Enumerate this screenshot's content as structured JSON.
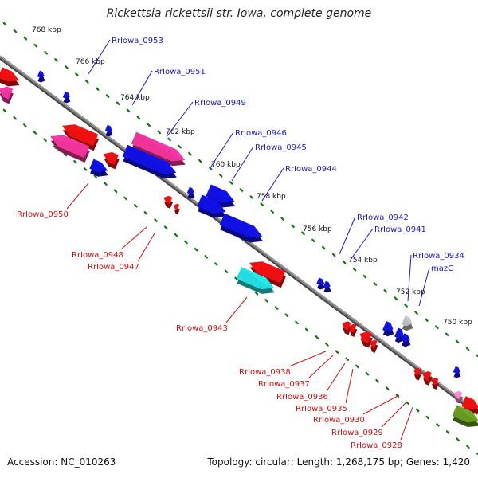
{
  "title": "Rickettsia rickettsii str. Iowa, complete genome",
  "accession": "Accession: NC_010263",
  "summary": "Topology: circular; Length: 1,268,175 bp; Genes: 1,420",
  "colors": {
    "backbone": "#777777",
    "backbone_dark": "#444444",
    "plus_gene": "#1010e0",
    "minus_gene": "#ee1010",
    "pink_gene": "#ee3399",
    "cyan_gene": "#22dddd",
    "grey_gene": "#bbbbbb",
    "olive_gene": "#669922",
    "ticks": "#117711",
    "plus_label": "#1a1acc",
    "minus_label": "#cc1111"
  },
  "scale_ticks": [
    "768 kbp",
    "766 kbp",
    "764 kbp",
    "762 kbp",
    "760 kbp",
    "758 kbp",
    "756 kbp",
    "754 kbp",
    "752 kbp",
    "750 kbp"
  ],
  "upper_labels": [
    "RrIowa_0953",
    "RrIowa_0951",
    "RrIowa_0949",
    "RrIowa_0946",
    "RrIowa_0945",
    "RrIowa_0944",
    "RrIowa_0942",
    "RrIowa_0941",
    "RrIowa_0934",
    "mazG"
  ],
  "lower_labels": [
    "RrIowa_0950",
    "RrIowa_0948",
    "RrIowa_0947",
    "RrIowa_0943",
    "RrIowa_0938",
    "RrIowa_0937",
    "RrIowa_0936",
    "RrIowa_0935",
    "RrIowa_0930",
    "RrIowa_0929",
    "RrIowa_0928"
  ]
}
